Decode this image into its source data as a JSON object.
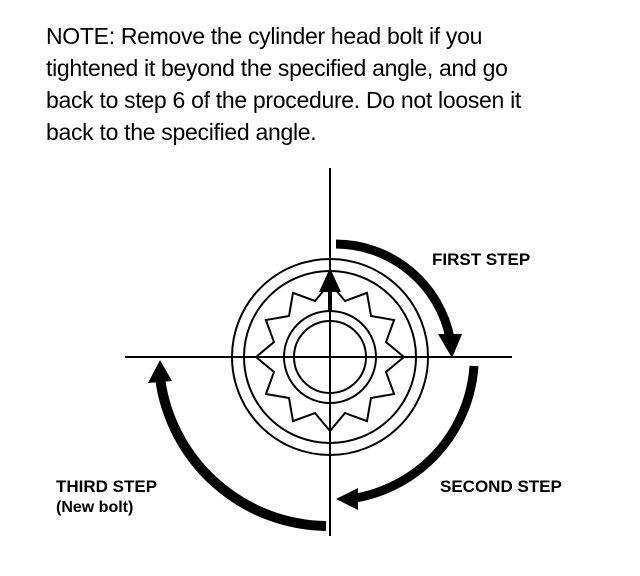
{
  "note": {
    "lines": [
      "NOTE: Remove the cylinder head bolt if you",
      "tightened it beyond the specified angle, and go",
      "back to step 6 of the procedure. Do not loosen it",
      "back to the specified angle."
    ]
  },
  "diagram": {
    "labels": {
      "first_step": "FIRST STEP",
      "second_step": "SECOND STEP",
      "third_step_line1": "THIRD STEP",
      "third_step_line2": "(New bolt)"
    },
    "steps": [
      {
        "name": "first",
        "degrees": 90
      },
      {
        "name": "second",
        "degrees": 90
      },
      {
        "name": "third",
        "degrees": 90
      }
    ]
  }
}
